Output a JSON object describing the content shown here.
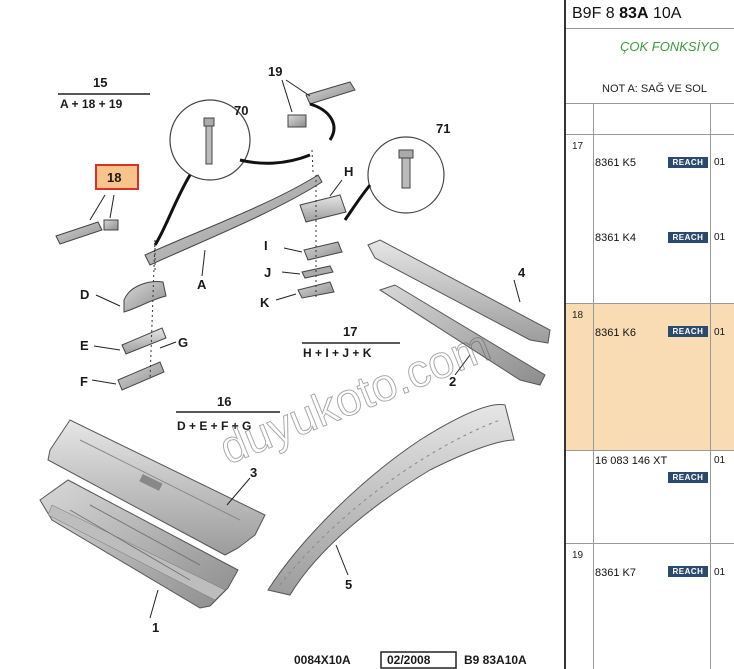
{
  "diagram": {
    "callouts": [
      "15",
      "70",
      "19",
      "71",
      "18",
      "H",
      "I",
      "J",
      "K",
      "D",
      "A",
      "E",
      "G",
      "F",
      "4",
      "17",
      "16",
      "2",
      "3",
      "5",
      "1"
    ],
    "formulas": {
      "f15": "A + 18 + 19",
      "f17": "H + I + J + K",
      "f16": "D + E + F + G"
    },
    "watermark": "duyukoto.com",
    "footer": {
      "code": "0084X10A",
      "date": "02/2008",
      "ref": "B9 83A10A"
    },
    "highlight_color": "#f9c48a",
    "highlight_border": "#d9302a"
  },
  "panel": {
    "header_pre": "B9F 8 ",
    "header_bold": "83A",
    "header_post": " 10A",
    "banner_title": "ÇOK FONKSİYO",
    "note": "NOT A: SAĞ VE SOL",
    "badge": "REACH",
    "rows": [
      {
        "index": "17",
        "items": [
          {
            "ref": "8361 K5",
            "qty": "01"
          },
          {
            "ref": "8361 K4",
            "qty": "01"
          }
        ]
      },
      {
        "index": "18",
        "items": [
          {
            "ref": "8361 K6",
            "qty": "01"
          }
        ]
      },
      {
        "index": "",
        "items": [
          {
            "ref": "16 083 146 XT",
            "qty": "01"
          }
        ]
      },
      {
        "index": "19",
        "items": [
          {
            "ref": "8361 K7",
            "qty": "01"
          }
        ]
      }
    ]
  }
}
